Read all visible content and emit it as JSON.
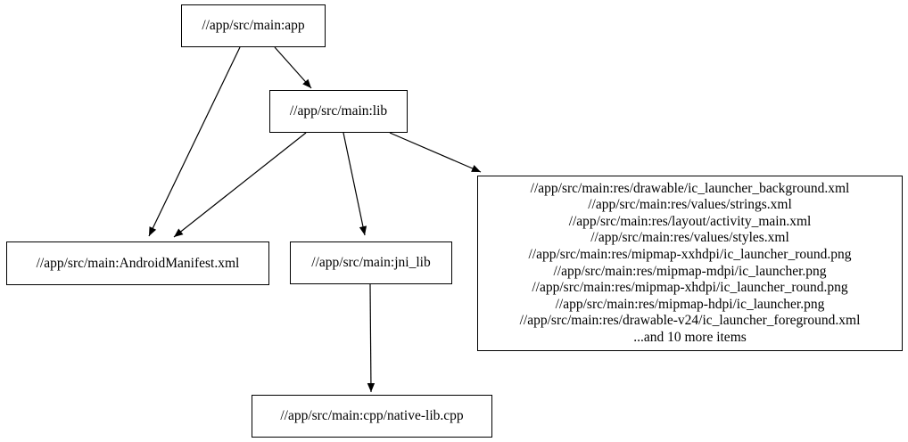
{
  "diagram": {
    "type": "dependency-graph",
    "background_color": "#ffffff",
    "node_fill_color": "#ffffff",
    "node_border_color": "#000000",
    "edge_color": "#000000",
    "nodes": {
      "app": {
        "label": "//app/src/main:app"
      },
      "lib": {
        "label": "//app/src/main:lib"
      },
      "manifest": {
        "label": "//app/src/main:AndroidManifest.xml"
      },
      "jni_lib": {
        "label": "//app/src/main:jni_lib"
      },
      "resources": {
        "lines": [
          "//app/src/main:res/drawable/ic_launcher_background.xml",
          "//app/src/main:res/values/strings.xml",
          "//app/src/main:res/layout/activity_main.xml",
          "//app/src/main:res/values/styles.xml",
          "//app/src/main:res/mipmap-xxhdpi/ic_launcher_round.png",
          "//app/src/main:res/mipmap-mdpi/ic_launcher.png",
          "//app/src/main:res/mipmap-xhdpi/ic_launcher_round.png",
          "//app/src/main:res/mipmap-hdpi/ic_launcher.png",
          "//app/src/main:res/drawable-v24/ic_launcher_foreground.xml",
          "...and 10 more items"
        ]
      },
      "native_lib": {
        "label": "//app/src/main:cpp/native-lib.cpp"
      }
    },
    "edges": [
      {
        "from": "app",
        "to": "lib"
      },
      {
        "from": "app",
        "to": "manifest"
      },
      {
        "from": "lib",
        "to": "manifest"
      },
      {
        "from": "lib",
        "to": "jni_lib"
      },
      {
        "from": "lib",
        "to": "resources"
      },
      {
        "from": "jni_lib",
        "to": "native_lib"
      }
    ]
  }
}
